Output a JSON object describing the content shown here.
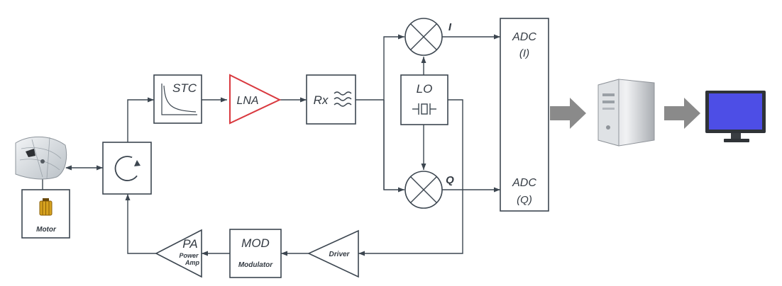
{
  "blocks": {
    "stc": "STC",
    "lna": "LNA",
    "rx": "Rx",
    "lo": "LO",
    "adc_i": {
      "line1": "ADC",
      "line2": "(I)"
    },
    "adc_q": {
      "line1": "ADC",
      "line2": "(Q)"
    },
    "mod": {
      "main": "MOD",
      "sub": "Modulator"
    },
    "pa": {
      "main": "PA",
      "sub1": "Power",
      "sub2": "Amp"
    },
    "driver": "Driver",
    "motor": "Motor",
    "mixer_i_label": "I",
    "mixer_q_label": "Q"
  },
  "colors": {
    "line": "#3c4650",
    "lna_outline": "#d9393f",
    "big_arrow": "#8a8a8a",
    "monitor_screen": "#4d4ee6",
    "motor_coil": "#d6a21f"
  },
  "icons": [
    "radar-dish-icon",
    "circulator-icon",
    "filter-icon",
    "crystal-icon",
    "computer-tower-icon",
    "monitor-icon",
    "motor-icon"
  ]
}
